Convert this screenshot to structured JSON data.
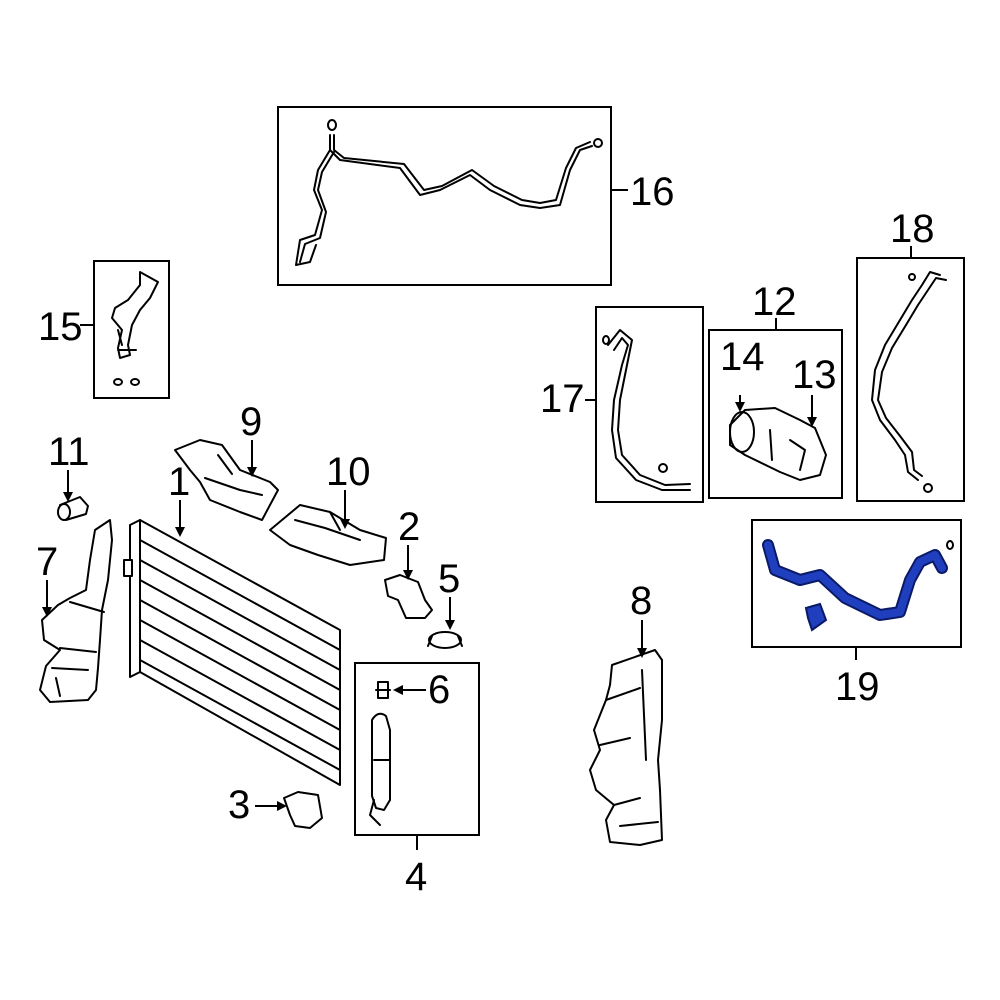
{
  "callouts": {
    "c1": "1",
    "c2": "2",
    "c3": "3",
    "c4": "4",
    "c5": "5",
    "c6": "6",
    "c7": "7",
    "c8": "8",
    "c9": "9",
    "c10": "10",
    "c11": "11",
    "c12": "12",
    "c13": "13",
    "c14": "14",
    "c15": "15",
    "c16": "16",
    "c17": "17",
    "c18": "18",
    "c19": "19"
  },
  "colors": {
    "line": "#000000",
    "highlight": "#1f3fbf",
    "highlight_outline": "#0a1a66",
    "background": "#ffffff"
  }
}
